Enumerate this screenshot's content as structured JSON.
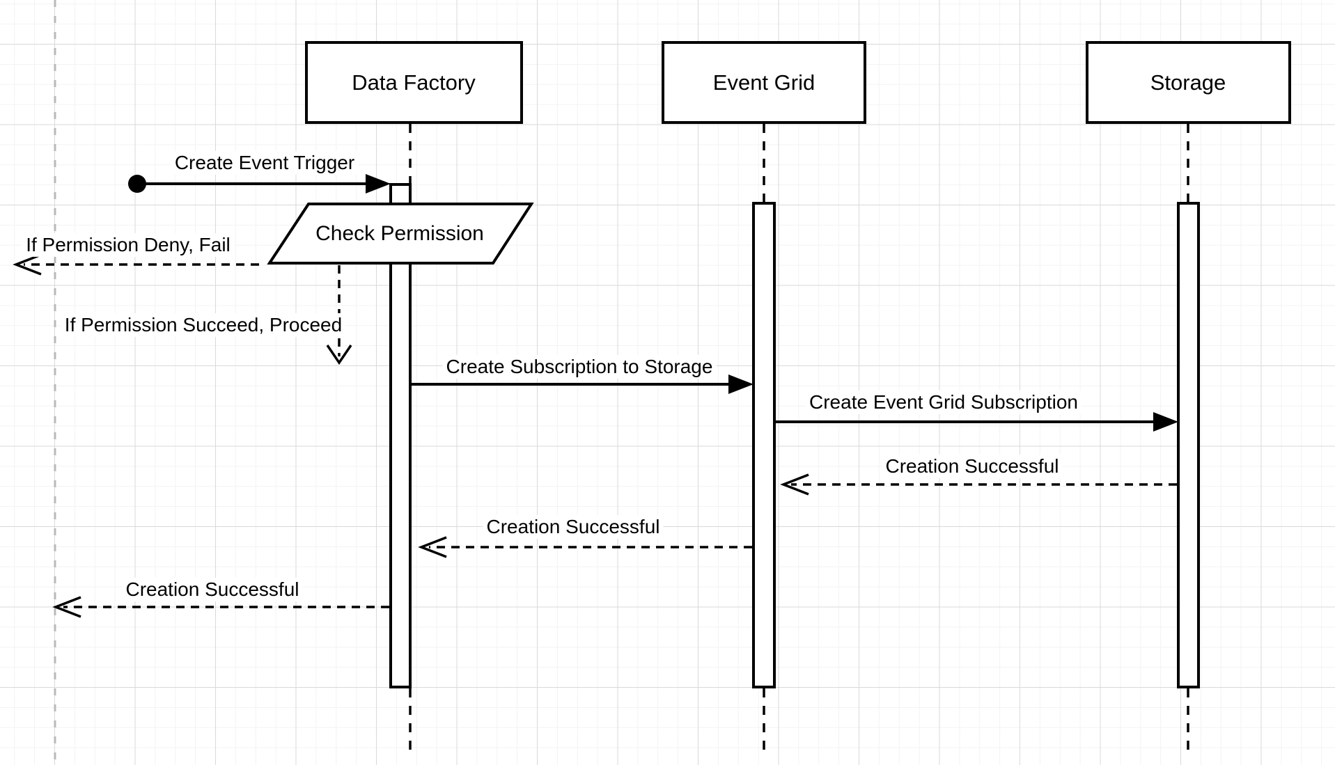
{
  "diagram": {
    "type": "sequence-diagram",
    "actors": [
      {
        "label": "Data Factory"
      },
      {
        "label": "Event Grid"
      },
      {
        "label": "Storage"
      }
    ],
    "process": {
      "label": "Check Permission"
    },
    "messages": [
      {
        "label": "Create Event Trigger",
        "style": "solid",
        "from": "caller",
        "to": "Data Factory"
      },
      {
        "label": "If Permission Deny, Fail",
        "style": "dashed",
        "from": "Data Factory",
        "to": "caller"
      },
      {
        "label": "If Permission Succeed, Proceed",
        "style": "dashed",
        "from": "Check Permission",
        "to": "Data Factory"
      },
      {
        "label": "Create Subscription to Storage",
        "style": "solid",
        "from": "Data Factory",
        "to": "Event Grid"
      },
      {
        "label": "Create Event Grid Subscription",
        "style": "solid",
        "from": "Event Grid",
        "to": "Storage"
      },
      {
        "label": "Creation Successful",
        "style": "dashed",
        "from": "Storage",
        "to": "Event Grid"
      },
      {
        "label": "Creation Successful",
        "style": "dashed",
        "from": "Event Grid",
        "to": "Data Factory"
      },
      {
        "label": "Creation Successful",
        "style": "dashed",
        "from": "Data Factory",
        "to": "caller"
      }
    ],
    "colors": {
      "stroke": "#000000",
      "shape_fill": "#ffffff",
      "grid_minor": "#f3f3f3",
      "grid_major": "#d9d9d9",
      "guide_line": "#b9b9b9"
    }
  }
}
